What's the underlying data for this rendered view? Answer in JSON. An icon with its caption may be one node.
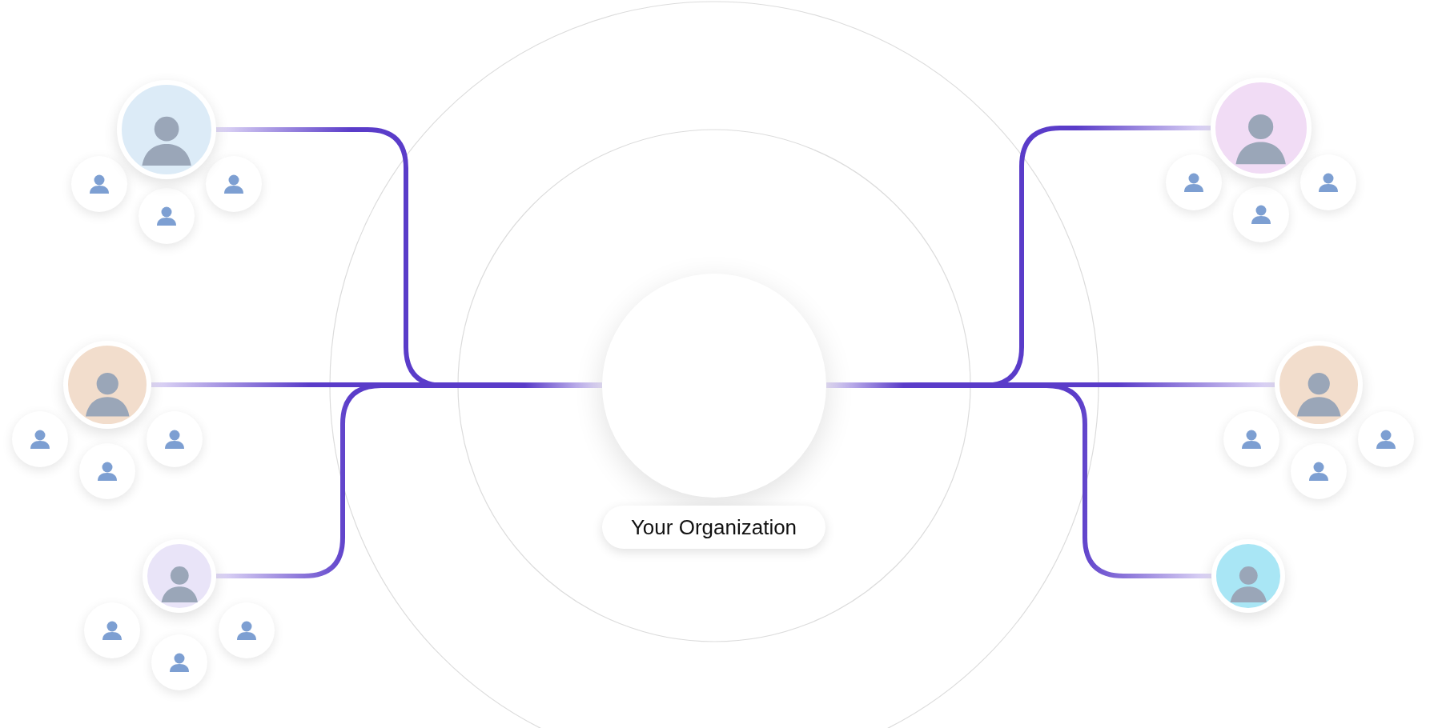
{
  "diagram": {
    "nodes": [
      {
        "text": [],
        "shape": "picture"
      },
      {
        "text": [],
        "shape": "picture"
      },
      {
        "text": [],
        "shape": "picture"
      },
      {
        "text": [],
        "shape": "circle"
      },
      {
        "text": [],
        "shape": "picture"
      },
      {
        "text": [
          "Your Organization"
        ]
      },
      {
        "text": [],
        "shape": "picture"
      },
      {
        "text": [],
        "shape": "picture"
      }
    ],
    "edges": [
      {
        "from": 0,
        "to": 3,
        "arrow": "none"
      },
      {
        "from": 2,
        "to": 3,
        "arrow": "none"
      },
      {
        "from": 6,
        "to": 3,
        "arrow": "none"
      },
      {
        "from": 1,
        "to": 3,
        "arrow": "none"
      },
      {
        "from": 4,
        "to": 3,
        "arrow": "none"
      },
      {
        "from": 7,
        "to": 3,
        "arrow": "none"
      }
    ]
  }
}
